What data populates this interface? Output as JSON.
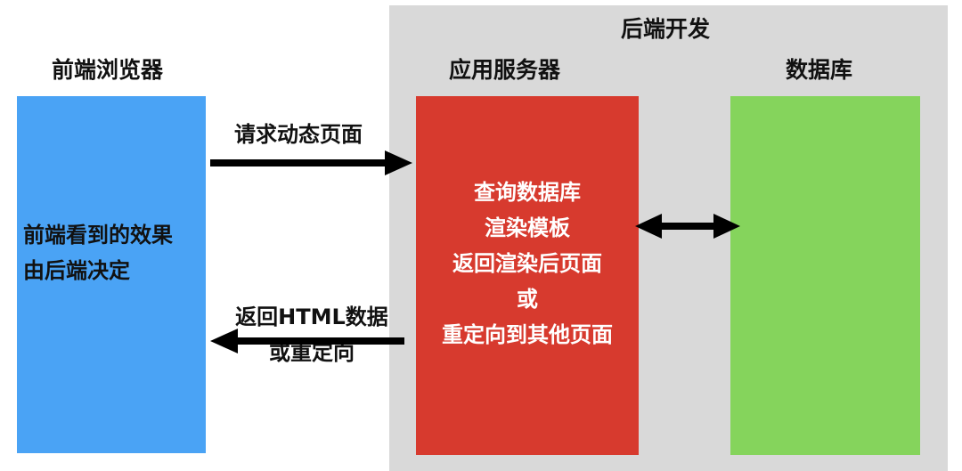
{
  "headings": {
    "browser": "前端浏览器",
    "backend": "后端开发",
    "server": "应用服务器",
    "database": "数据库"
  },
  "browser_box": {
    "lines": [
      "前端看到的效果",
      "由后端决定"
    ]
  },
  "server_box": {
    "lines": [
      "查询数据库",
      "渲染模板",
      "返回渲染后页面",
      "或",
      "重定向到其他页面"
    ]
  },
  "arrows": {
    "request_label": "请求动态页面",
    "response_label_lines": [
      "返回HTML数据",
      "或重定向"
    ]
  },
  "colors": {
    "browser": "#4aa3f5",
    "backend_panel": "#d9d9d9",
    "server": "#d73a2e",
    "database": "#85d45c",
    "arrow": "#000000"
  }
}
